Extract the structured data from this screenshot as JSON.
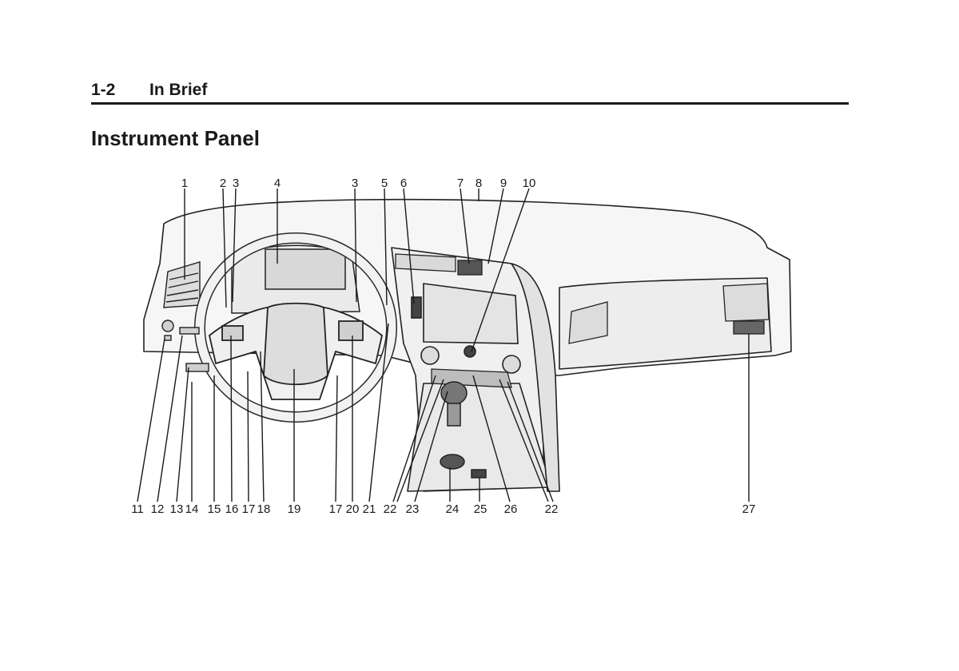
{
  "header": {
    "page_number": "1-2",
    "section": "In Brief"
  },
  "title": "Instrument Panel",
  "callouts": {
    "top": [
      "1",
      "2",
      "3",
      "4",
      "3",
      "5",
      "6",
      "7",
      "8",
      "9",
      "10"
    ],
    "bottom": [
      "11",
      "12",
      "13",
      "14",
      "15",
      "16",
      "17",
      "18",
      "19",
      "17",
      "20",
      "21",
      "22",
      "23",
      "24",
      "25",
      "26",
      "22",
      "27"
    ]
  }
}
